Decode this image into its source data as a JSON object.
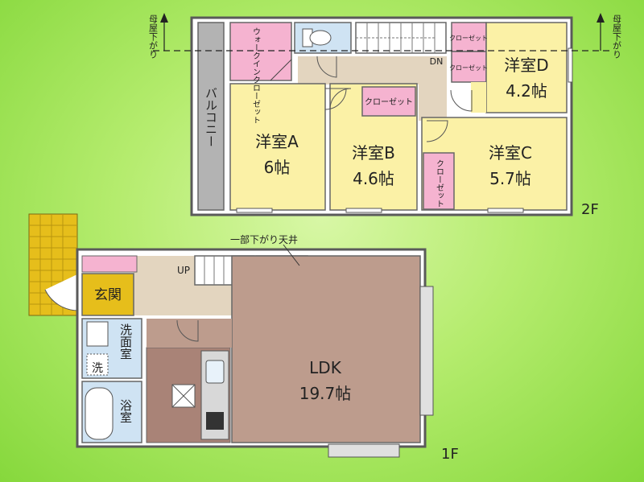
{
  "floor_2": {
    "label": "2F",
    "roof_note_left": "母屋下がり",
    "roof_note_right": "母屋下がり",
    "stair_dn": "DN",
    "balcony": "バルコニー",
    "walk_in_closet": "ウォークインクローゼット",
    "closet_b": "クローゼット",
    "closet_d1": "クローゼット",
    "closet_d2": "クローゼット",
    "closet_c": "クローゼット",
    "room_a": {
      "name": "洋室A",
      "size": "6帖"
    },
    "room_b": {
      "name": "洋室B",
      "size": "4.6帖"
    },
    "room_c": {
      "name": "洋室C",
      "size": "5.7帖"
    },
    "room_d": {
      "name": "洋室D",
      "size": "4.2帖"
    }
  },
  "floor_1": {
    "label": "1F",
    "ceiling_note": "一部下がり天井",
    "stair_up": "UP",
    "entrance": "玄関",
    "washroom": "洗面室",
    "washer": "洗",
    "bathroom": "浴室",
    "ldk": {
      "name": "LDK",
      "size": "19.7帖"
    }
  },
  "colors": {
    "wall": "#5a5a5a",
    "room_yellow": "#fbf1a6",
    "closet_pink": "#f5b3d0",
    "hall": "#e3d5bf",
    "ldk_floor": "#bd9c8d",
    "kitchen_floor": "#a98377",
    "balcony": "#b3b3b3",
    "entrance_gold": "#e6be1b",
    "water": "#cfe3f3"
  }
}
